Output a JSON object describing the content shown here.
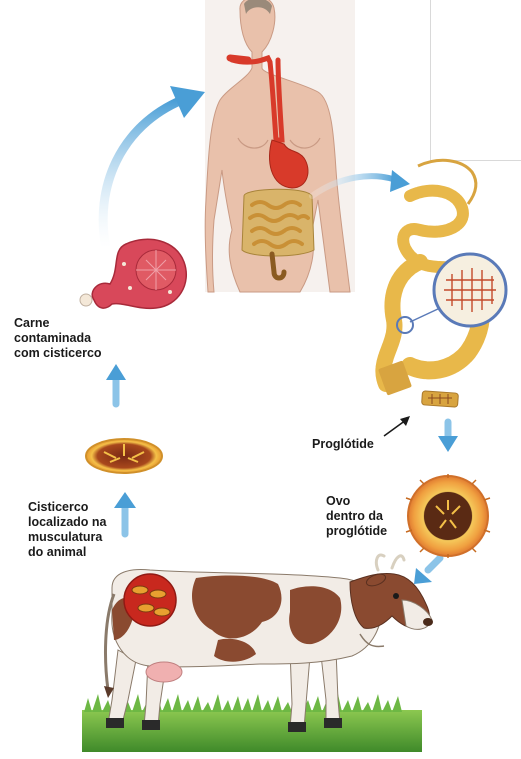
{
  "labels": {
    "meat": "Carne\ncontaminada\ncom cisticerco",
    "cysticercus": "Cisticerco\nlocalizado na\nmusculatura\ndo animal",
    "proglottid": "Proglótide",
    "egg": "Ovo\ndentro da\nproglótide"
  },
  "colors": {
    "arrow_blue": "#5aa8d8",
    "skin": "#e9c1ab",
    "digestive_red": "#d83a2a",
    "tapeworm_gold": "#e8b84a",
    "meat_red": "#d8485a",
    "cow_brown": "#8a4a30",
    "grass_green": "#5aa33a"
  }
}
